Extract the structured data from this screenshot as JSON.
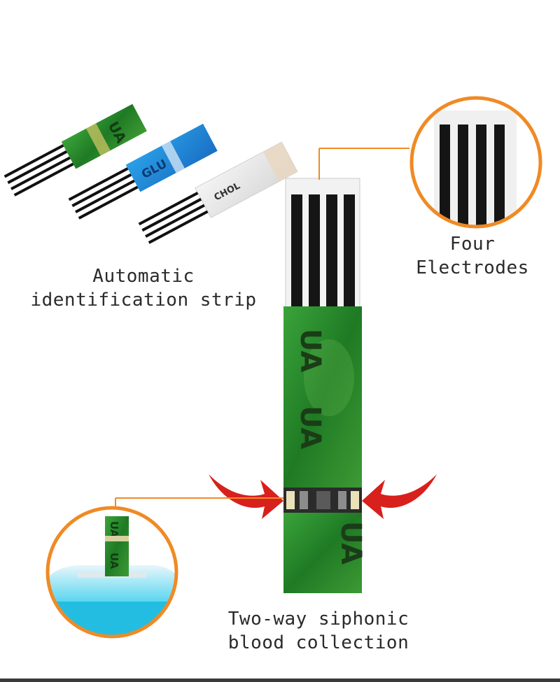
{
  "captions": {
    "automatic": [
      "Automatic",
      "identification strip"
    ],
    "four": [
      "Four",
      "Electrodes"
    ],
    "twoway": [
      "Two-way siphonic",
      "blood collection"
    ]
  },
  "strip_labels": {
    "green": "UA",
    "blue": "GLU",
    "white": "CHOL"
  },
  "colors": {
    "accent_orange": "#f08a24",
    "arrow_red": "#d8201c",
    "strip_green": "#2f8f2a",
    "strip_blue": "#1e88d6",
    "strip_white": "#e9e9e9",
    "device_cyan": "#27c6e6"
  }
}
